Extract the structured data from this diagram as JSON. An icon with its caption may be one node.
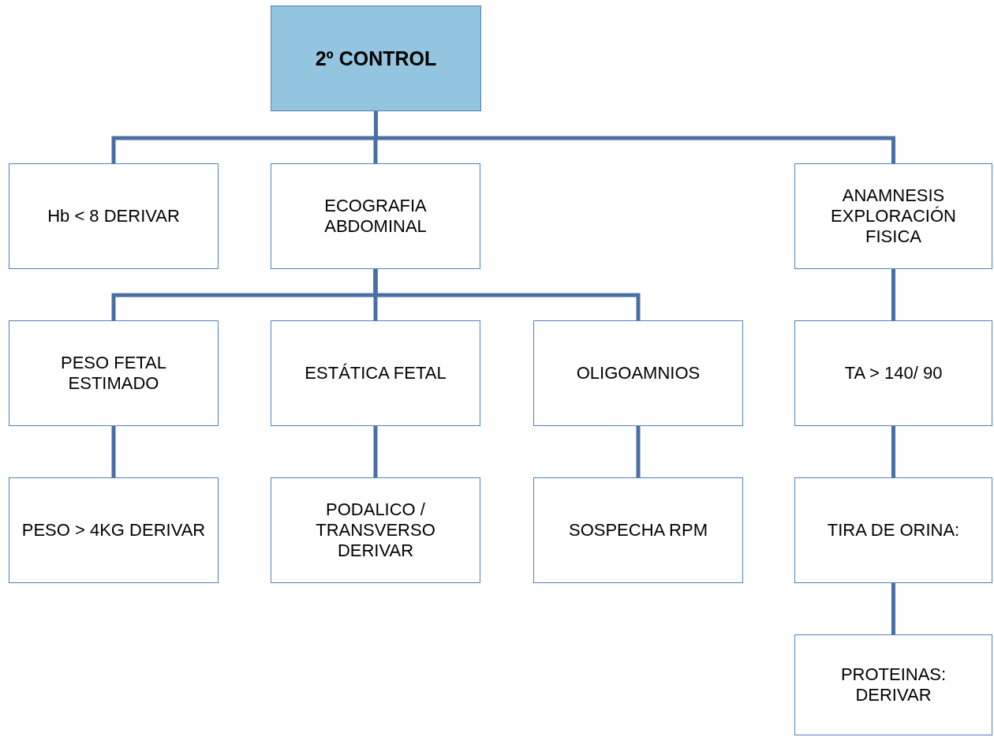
{
  "diagram": {
    "nodes": [
      {
        "text": [
          "2º CONTROL"
        ]
      },
      {
        "text": [
          "Hb < 8 DERIVAR"
        ]
      },
      {
        "text": [
          "ECOGRAFIA ABDOMINAL"
        ]
      },
      {
        "text": [
          "ANAMNESIS EXPLORACIÓN FISICA"
        ]
      },
      {
        "text": [
          "PESO FETAL ESTIMADO"
        ]
      },
      {
        "text": [
          "ESTÁTICA FETAL"
        ]
      },
      {
        "text": [
          "OLIGOAMNIOS"
        ]
      },
      {
        "text": [
          "TA > 140/ 90"
        ]
      },
      {
        "text": [
          "PESO > 4KG DERIVAR"
        ]
      },
      {
        "text": [
          "PODALICO / TRANSVERSO DERIVAR"
        ]
      },
      {
        "text": [
          "SOSPECHA RPM"
        ]
      },
      {
        "text": [
          "TIRA DE ORINA:"
        ]
      },
      {
        "text": [
          "PROTEINAS: DERIVAR"
        ]
      }
    ],
    "edges": [
      {
        "from": 0,
        "to": 1,
        "arrow": "none"
      },
      {
        "from": 0,
        "to": 2,
        "arrow": "none"
      },
      {
        "from": 0,
        "to": 3,
        "arrow": "none"
      },
      {
        "from": 2,
        "to": 4,
        "arrow": "none"
      },
      {
        "from": 2,
        "to": 5,
        "arrow": "none"
      },
      {
        "from": 2,
        "to": 6,
        "arrow": "none"
      },
      {
        "from": 4,
        "to": 8,
        "arrow": "none"
      },
      {
        "from": 5,
        "to": 9,
        "arrow": "none"
      },
      {
        "from": 6,
        "to": 10,
        "arrow": "none"
      },
      {
        "from": 3,
        "to": 7,
        "arrow": "none"
      },
      {
        "from": 7,
        "to": 11,
        "arrow": "none"
      },
      {
        "from": 11,
        "to": 12,
        "arrow": "none"
      }
    ]
  }
}
